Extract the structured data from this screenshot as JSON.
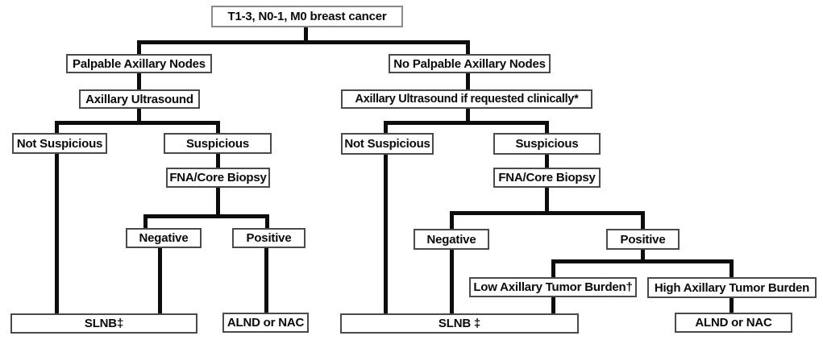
{
  "flowchart": {
    "root": {
      "label": "T1-3, N0-1, M0 breast cancer"
    },
    "left_branch": {
      "palpable": "Palpable Axillary Nodes",
      "ultrasound": "Axillary Ultrasound",
      "not_suspicious": "Not Suspicious",
      "suspicious": "Suspicious",
      "fna": "FNA/Core Biopsy",
      "negative": "Negative",
      "positive": "Positive",
      "slnb": "SLNB‡",
      "alnd": "ALND or NAC"
    },
    "right_branch": {
      "no_palpable": "No Palpable Axillary Nodes",
      "ultrasound": "Axillary Ultrasound if requested clinically*",
      "not_suspicious": "Not Suspicious",
      "suspicious": "Suspicious",
      "fna": "FNA/Core Biopsy",
      "negative": "Negative",
      "positive": "Positive",
      "low_burden": "Low Axillary Tumor Burden†",
      "high_burden": "High Axillary Tumor Burden",
      "slnb": "SLNB ‡",
      "alnd": "ALND or NAC"
    },
    "colors": {
      "background": "#ffffff",
      "line": "#0d0d0d",
      "box_border": "#4a4a4a",
      "root_box_border": "#8a8a8a",
      "text": "#0a0a0a"
    }
  }
}
